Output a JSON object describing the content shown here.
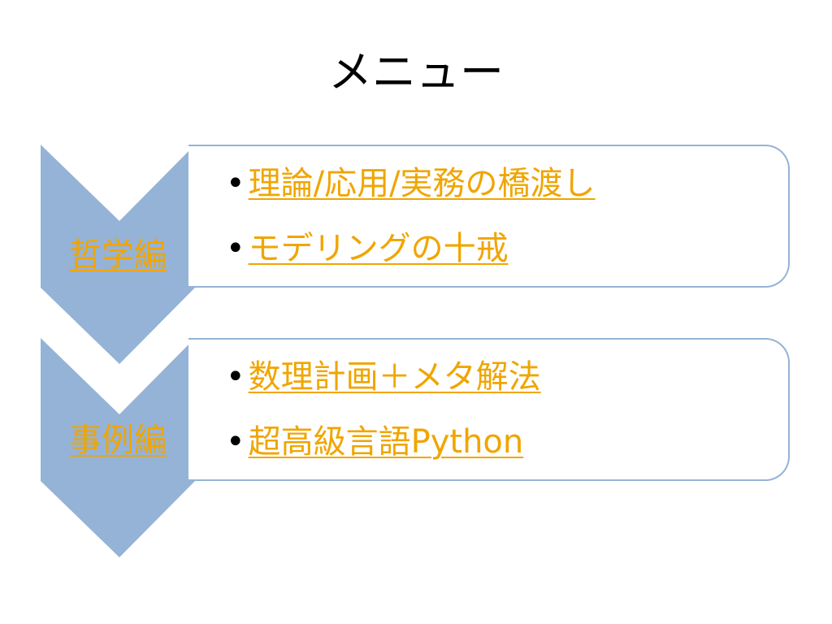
{
  "slide": {
    "title": "メニュー"
  },
  "sections": [
    {
      "label": "哲学編",
      "items": [
        "理論/応用/実務の橋渡し",
        "モデリングの十戒"
      ]
    },
    {
      "label": "事例編",
      "items": [
        "数理計画＋メタ解法",
        "超高級言語Python"
      ]
    }
  ],
  "bullet": "•",
  "colors": {
    "chevron": "#95b3d7",
    "link": "#f0a500",
    "box_border": "#95b3d7",
    "title": "#000000"
  }
}
